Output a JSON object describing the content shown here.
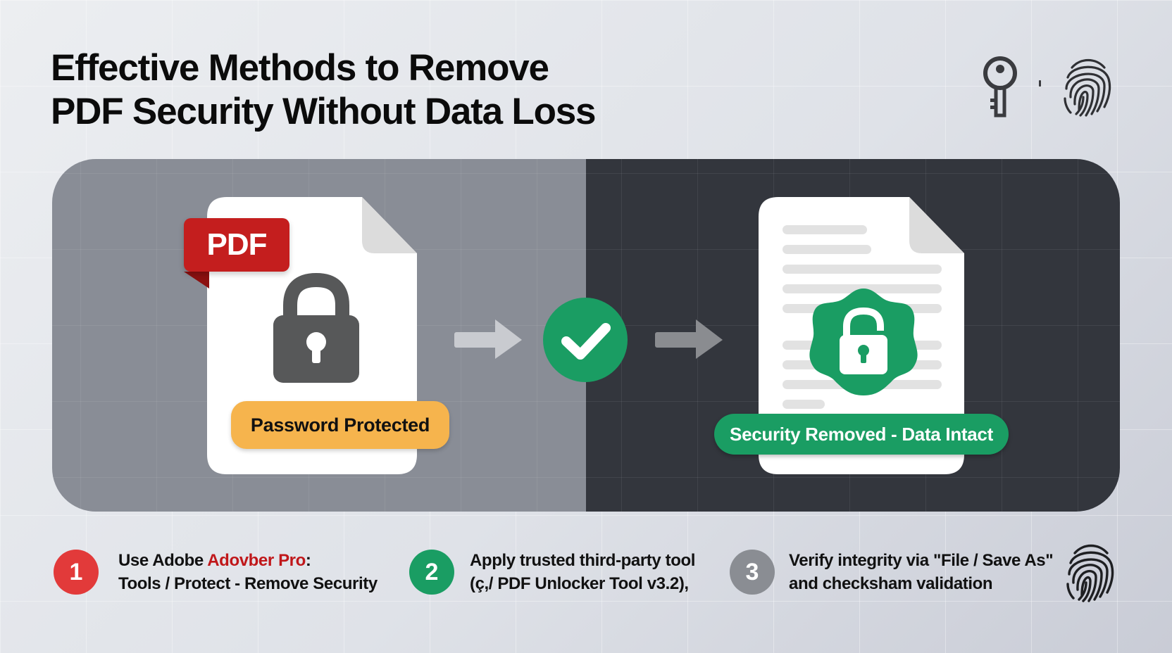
{
  "title": {
    "line1": "Effective Methods to Remove",
    "line2": "PDF Security Without Data Loss"
  },
  "header_icons": [
    "key-icon",
    "separator-dot",
    "fingerprint-icon"
  ],
  "diagram": {
    "before": {
      "tag": "PDF",
      "icon": "padlock-icon",
      "status_label": "Password Protected",
      "status_color": "#f6b44d"
    },
    "transition": {
      "arrow_left": "arrow-right-icon",
      "center_icon": "checkmark-circle-icon",
      "arrow_right": "arrow-right-icon",
      "check_color": "#1a9d63"
    },
    "after": {
      "icon": "unlocked-badge-icon",
      "status_label": "Security Removed - Data Intact",
      "status_color": "#1a9d63"
    },
    "left_bg": "#898d96",
    "right_bg": "#33363d"
  },
  "steps": [
    {
      "number": "1",
      "color": "#e23a3a",
      "line1_prefix": "Use Adobe ",
      "line1_highlight": "Adovber Pro",
      "line1_suffix": ":",
      "line2": "Tools / Protect - Remove Security"
    },
    {
      "number": "2",
      "color": "#1a9d63",
      "line1": "Apply trusted third-party tool",
      "line2": "(ç,/ PDF Unlocker Tool v3.2),"
    },
    {
      "number": "3",
      "color": "#8a8d93",
      "line1": "Verify integrity via \"File / Save As\"",
      "line2": "and checksham validation"
    }
  ],
  "footer_icon": "fingerprint-icon"
}
